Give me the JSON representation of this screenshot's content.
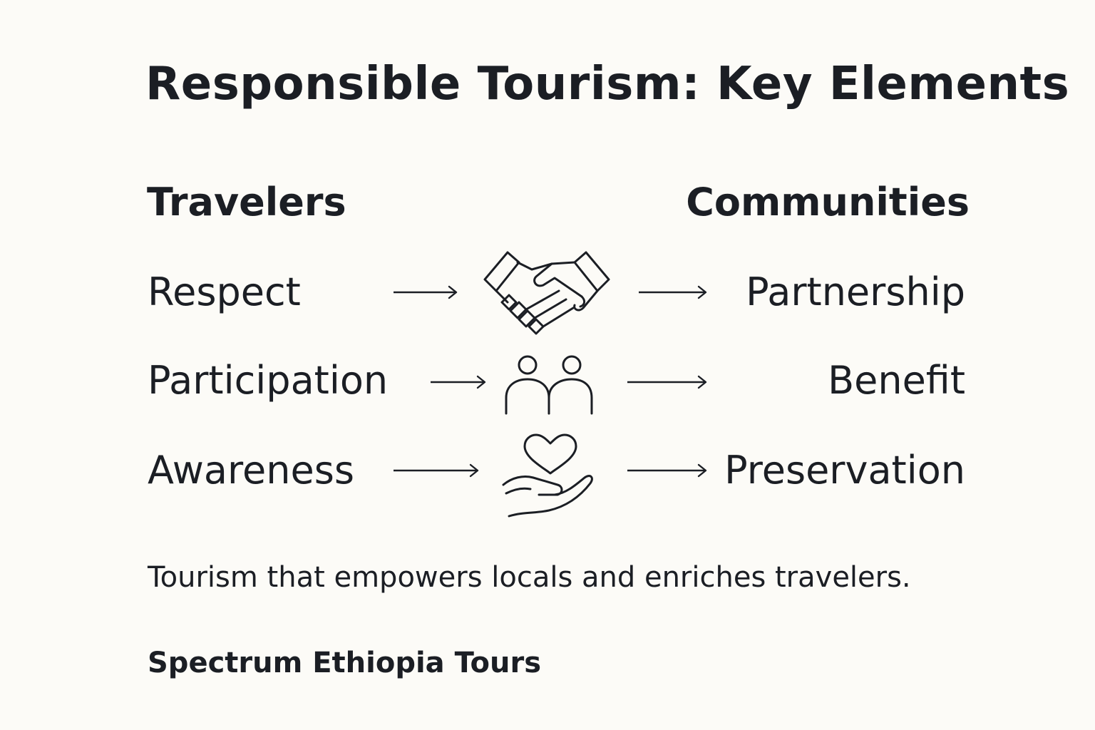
{
  "title": "Responsible Tourism: Key Elements",
  "columns": {
    "left_header": "Travelers",
    "right_header": "Communities"
  },
  "rows": [
    {
      "left": "Respect",
      "icon": "handshake-icon",
      "right": "Partnership"
    },
    {
      "left": "Participation",
      "icon": "two-people-icon",
      "right": "Benefit"
    },
    {
      "left": "Awareness",
      "icon": "heart-in-hand-icon",
      "right": "Preservation"
    }
  ],
  "tagline": "Tourism that empowers locals and enriches travelers.",
  "brand": "Spectrum Ethiopia Tours",
  "colors": {
    "background": "#fcfbf7",
    "text": "#1b1e24"
  }
}
